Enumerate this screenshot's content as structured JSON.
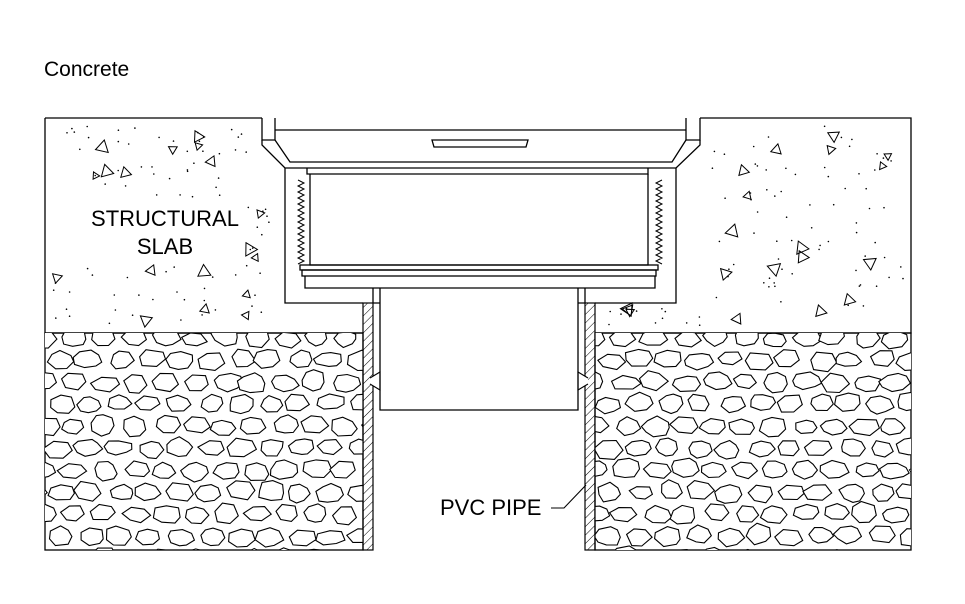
{
  "title": "Concrete",
  "labels": {
    "slab_line1": "STRUCTURAL",
    "slab_line2": "SLAB",
    "pipe": "PVC PIPE"
  },
  "colors": {
    "ink": "#000000",
    "paper": "#ffffff"
  }
}
